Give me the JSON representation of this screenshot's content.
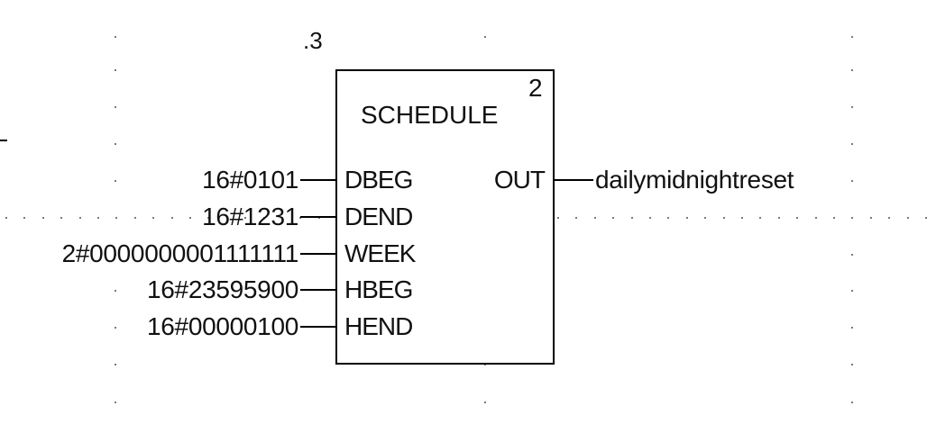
{
  "diagram": {
    "exec_order": ".3",
    "block": {
      "name": "SCHEDULE",
      "number": "2"
    },
    "inputs": [
      {
        "pin": "DBEG",
        "value": "16#0101"
      },
      {
        "pin": "DEND",
        "value": "16#1231"
      },
      {
        "pin": "WEEK",
        "value": "2#0000000001111111"
      },
      {
        "pin": "HBEG",
        "value": "16#23595900"
      },
      {
        "pin": "HEND",
        "value": "16#00000100"
      }
    ],
    "output": {
      "pin": "OUT",
      "value": "dailymidnightreset"
    }
  },
  "colors": {
    "background": "#ffffff",
    "line": "#000000",
    "text": "#111111",
    "grid_dot": "#7a7a7a"
  }
}
